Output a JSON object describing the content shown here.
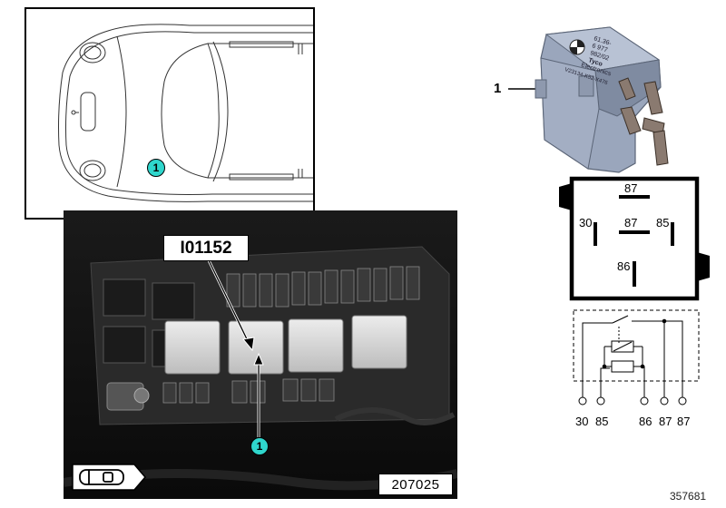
{
  "car_inset": {
    "callout": "1"
  },
  "photo": {
    "part_label": "I01152",
    "callout": "1",
    "reference_number": "207025"
  },
  "relay": {
    "position_label": "1",
    "housing_text": [
      "61.36-",
      "6 977",
      "982/02",
      "Tyco",
      "Electronics",
      "V23134-K52-X476"
    ],
    "pins": [
      "87",
      "30",
      "87",
      "85",
      "86"
    ]
  },
  "schematic": {
    "terminals": [
      "30",
      "85",
      "86",
      "87",
      "87"
    ]
  },
  "document_id": "357681"
}
